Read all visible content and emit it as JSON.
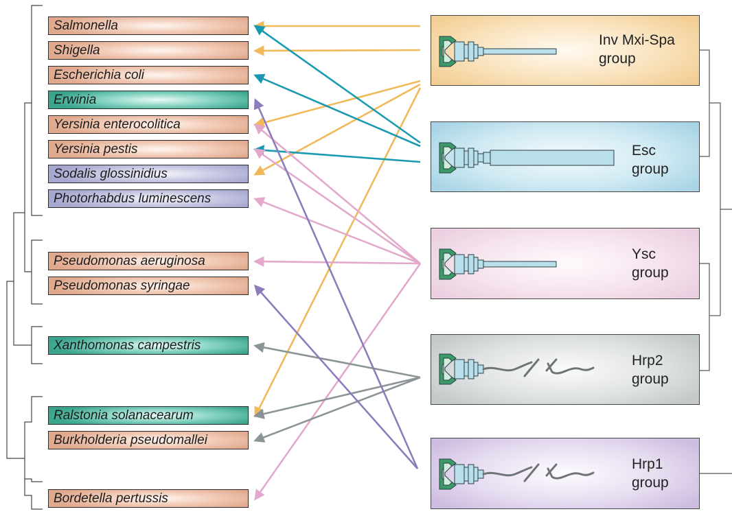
{
  "species": [
    {
      "name": "Salmonella",
      "color": "orange"
    },
    {
      "name": "Shigella",
      "color": "orange"
    },
    {
      "name": "Escherichia coli",
      "color": "orange"
    },
    {
      "name": "Erwinia",
      "color": "teal"
    },
    {
      "name": "Yersinia enterocolitica",
      "color": "orange"
    },
    {
      "name": "Yersinia pestis",
      "color": "orange"
    },
    {
      "name": "Sodalis glossinidius",
      "color": "lav"
    },
    {
      "name": "Photorhabdus luminescens",
      "color": "lav"
    },
    {
      "name": "Pseudomonas aeruginosa",
      "color": "orange"
    },
    {
      "name": "Pseudomonas syringae",
      "color": "orange"
    },
    {
      "name": "Xanthomonas campestris",
      "color": "teal"
    },
    {
      "name": "Ralstonia solanacearum",
      "color": "teal"
    },
    {
      "name": "Burkholderia pseudomallei",
      "color": "orange"
    },
    {
      "name": "Bordetella pertussis",
      "color": "orange"
    }
  ],
  "groups": [
    {
      "id": "inv",
      "label": "Inv Mxi-Spa\ngroup",
      "appendage": "short-rod"
    },
    {
      "id": "esc",
      "label": "Esc\ngroup",
      "appendage": "long-rod"
    },
    {
      "id": "ysc",
      "label": "Ysc\ngroup",
      "appendage": "short-rod"
    },
    {
      "id": "hrp2",
      "label": "Hrp2\ngroup",
      "appendage": "pilus"
    },
    {
      "id": "hrp1",
      "label": "Hrp1\ngroup",
      "appendage": "pilus"
    }
  ],
  "links": [
    {
      "group": "inv",
      "species": "Salmonella"
    },
    {
      "group": "inv",
      "species": "Shigella"
    },
    {
      "group": "inv",
      "species": "Yersinia enterocolitica"
    },
    {
      "group": "inv",
      "species": "Sodalis glossinidius"
    },
    {
      "group": "inv",
      "species": "Ralstonia solanacearum"
    },
    {
      "group": "esc",
      "species": "Salmonella"
    },
    {
      "group": "esc",
      "species": "Escherichia coli"
    },
    {
      "group": "esc",
      "species": "Yersinia pestis"
    },
    {
      "group": "ysc",
      "species": "Yersinia enterocolitica"
    },
    {
      "group": "ysc",
      "species": "Yersinia pestis"
    },
    {
      "group": "ysc",
      "species": "Photorhabdus luminescens"
    },
    {
      "group": "ysc",
      "species": "Pseudomonas aeruginosa"
    },
    {
      "group": "ysc",
      "species": "Bordetella pertussis"
    },
    {
      "group": "hrp2",
      "species": "Xanthomonas campestris"
    },
    {
      "group": "hrp2",
      "species": "Ralstonia solanacearum"
    },
    {
      "group": "hrp2",
      "species": "Burkholderia pseudomallei"
    },
    {
      "group": "hrp1",
      "species": "Erwinia"
    },
    {
      "group": "hrp1",
      "species": "Pseudomonas syringae"
    }
  ],
  "colors": {
    "inv": "#f0b95a",
    "esc": "#1a9ab0",
    "ysc": "#e2a9cc",
    "hrp2": "#8a9496",
    "hrp1": "#8d7cbc",
    "tree": "#444444",
    "appendage_green": "#3c9a68",
    "appendage_blue": "#b9dfea"
  }
}
